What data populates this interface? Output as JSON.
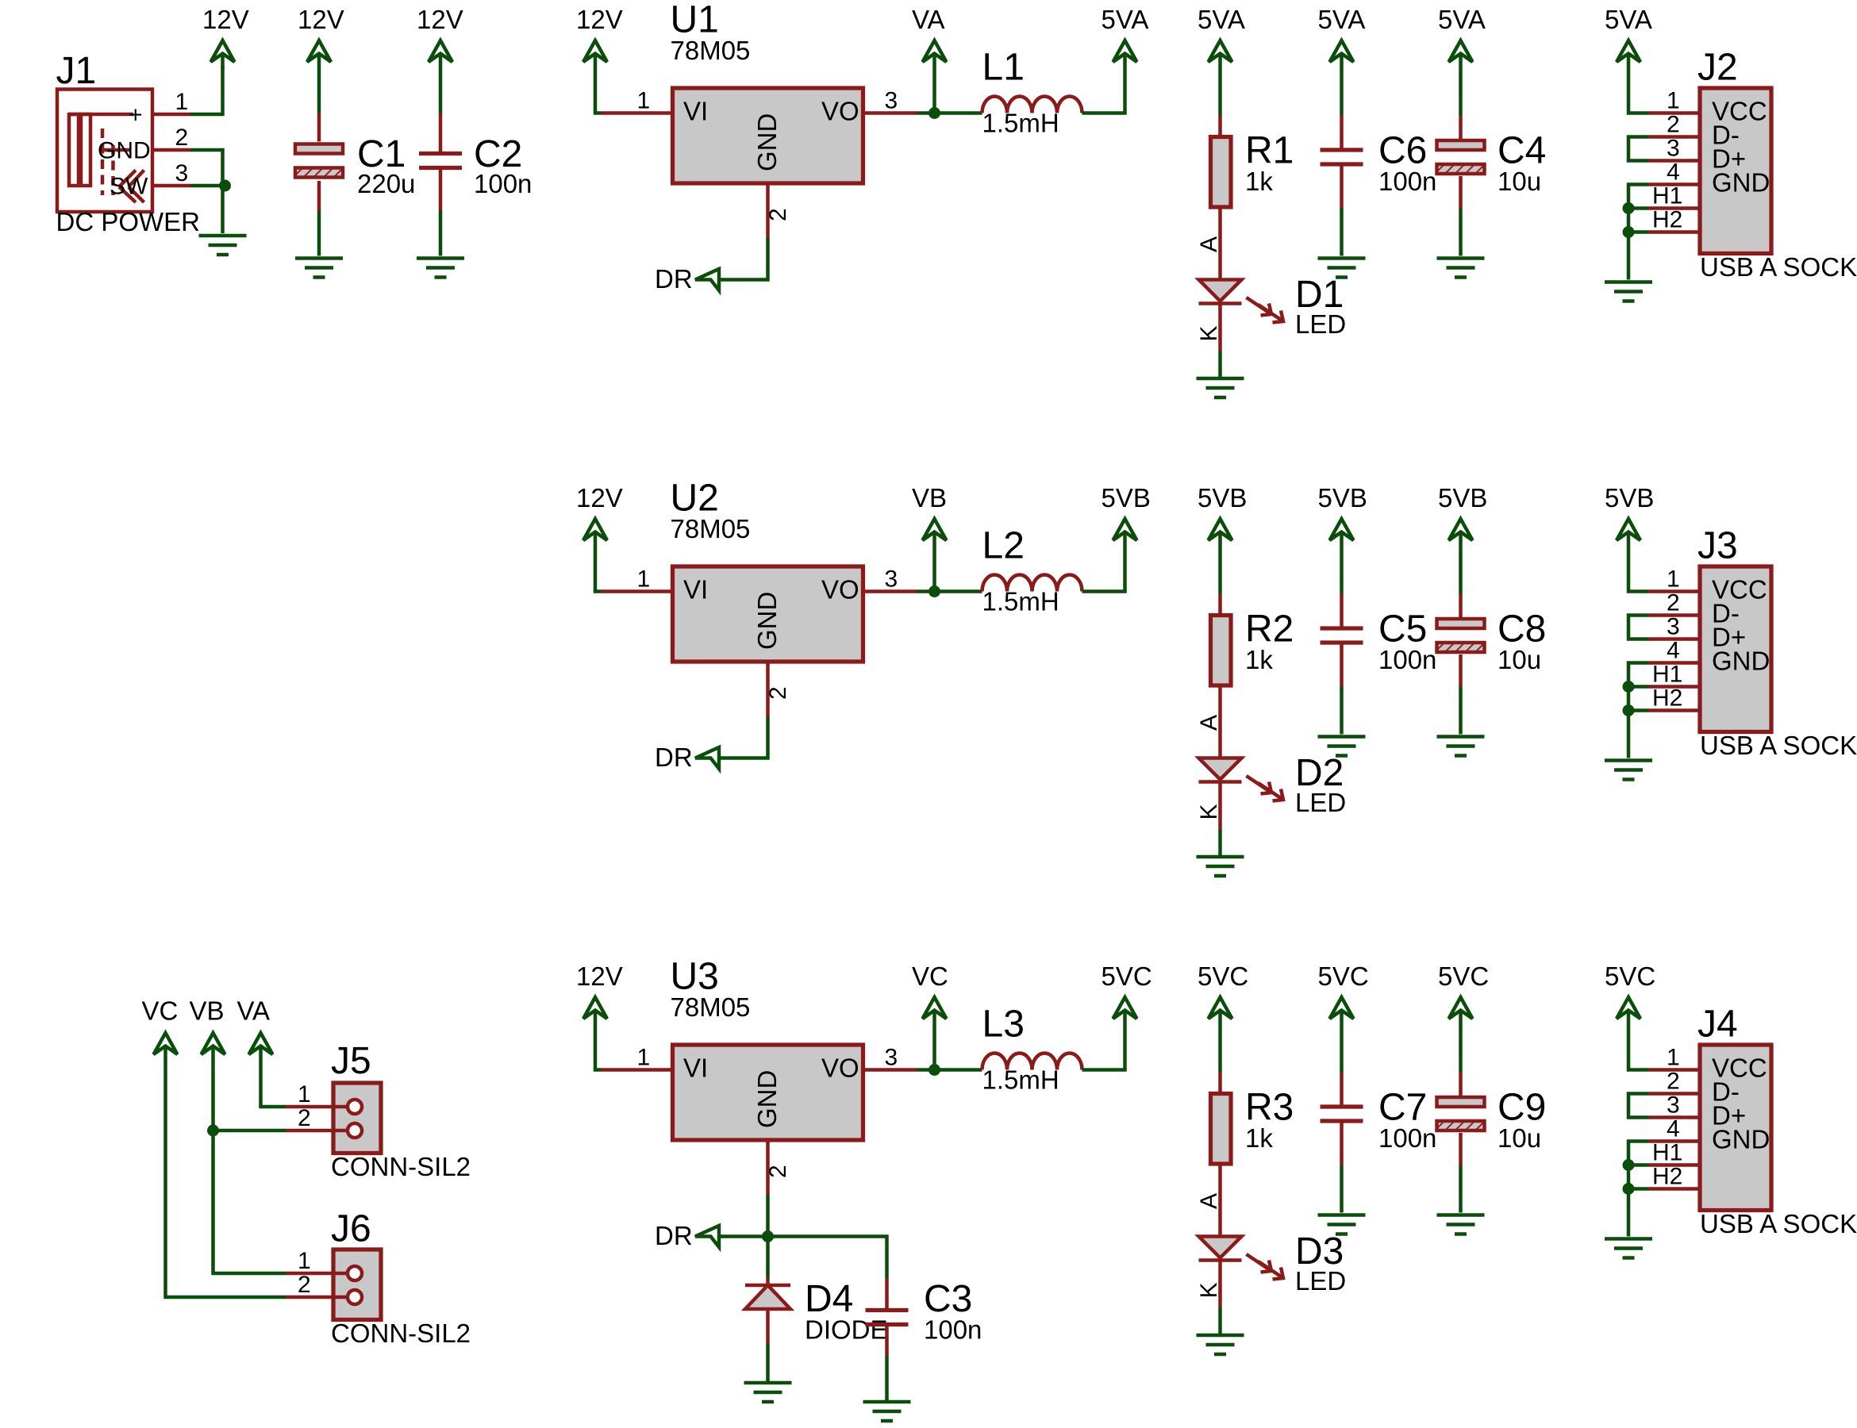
{
  "colors": {
    "wire": "#0b4d0b",
    "pin": "#8b1a1a",
    "body_fill": "#c8c8c8",
    "text": "#000000"
  },
  "labels": {
    "v12": "12V",
    "va": "VA",
    "vb": "VB",
    "vc": "VC",
    "v5a": "5VA",
    "v5b": "5VB",
    "v5c": "5VC",
    "dr": "DR"
  },
  "j1": {
    "ref": "J1",
    "value": "DC POWER",
    "pin_plus": "+",
    "pin_gnd": "GND",
    "pin_sw": "SW",
    "pins": [
      "1",
      "2",
      "3"
    ]
  },
  "c1": {
    "ref": "C1",
    "value": "220u"
  },
  "c2": {
    "ref": "C2",
    "value": "100n"
  },
  "c3": {
    "ref": "C3",
    "value": "100n"
  },
  "c4": {
    "ref": "C4",
    "value": "10u"
  },
  "c5": {
    "ref": "C5",
    "value": "100n"
  },
  "c6": {
    "ref": "C6",
    "value": "100n"
  },
  "c7": {
    "ref": "C7",
    "value": "100n"
  },
  "c8": {
    "ref": "C8",
    "value": "10u"
  },
  "c9": {
    "ref": "C9",
    "value": "10u"
  },
  "regulator": {
    "pin_vi": "VI",
    "pin_vo": "VO",
    "pin_gnd": "GND",
    "pins": [
      "1",
      "2",
      "3"
    ]
  },
  "u1": {
    "ref": "U1",
    "value": "78M05"
  },
  "u2": {
    "ref": "U2",
    "value": "78M05"
  },
  "u3": {
    "ref": "U3",
    "value": "78M05"
  },
  "l1": {
    "ref": "L1",
    "value": "1.5mH"
  },
  "l2": {
    "ref": "L2",
    "value": "1.5mH"
  },
  "l3": {
    "ref": "L3",
    "value": "1.5mH"
  },
  "r1": {
    "ref": "R1",
    "value": "1k"
  },
  "r2": {
    "ref": "R2",
    "value": "1k"
  },
  "r3": {
    "ref": "R3",
    "value": "1k"
  },
  "led": {
    "pin_a": "A",
    "pin_k": "K"
  },
  "d1": {
    "ref": "D1",
    "value": "LED"
  },
  "d2": {
    "ref": "D2",
    "value": "LED"
  },
  "d3": {
    "ref": "D3",
    "value": "LED"
  },
  "d4": {
    "ref": "D4",
    "value": "DIODE"
  },
  "usb": {
    "pin_names": [
      "VCC",
      "D-",
      "D+",
      "GND"
    ],
    "pins": [
      "1",
      "2",
      "3",
      "4",
      "H1",
      "H2"
    ]
  },
  "j2": {
    "ref": "J2",
    "value": "USB A SOCKET"
  },
  "j3": {
    "ref": "J3",
    "value": "USB A SOCKET"
  },
  "j4": {
    "ref": "J4",
    "value": "USB A SOCKET"
  },
  "sil": {
    "pins": [
      "1",
      "2"
    ]
  },
  "j5": {
    "ref": "J5",
    "value": "CONN-SIL2"
  },
  "j6": {
    "ref": "J6",
    "value": "CONN-SIL2"
  }
}
